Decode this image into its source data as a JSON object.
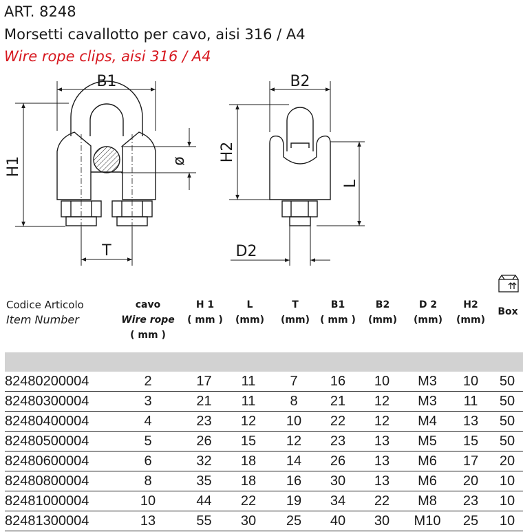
{
  "header": {
    "art": "ART. 8248",
    "subtitle_it": "Morsetti cavallotto per cavo, aisi 316 / A4",
    "subtitle_en": "Wire rope clips, aisi 316 / A4"
  },
  "drawing": {
    "labels": {
      "b1": "B1",
      "h1": "H1",
      "t": "T",
      "d": "ø",
      "b2": "B2",
      "h2": "H2",
      "l": "L",
      "d2": "D2"
    }
  },
  "table": {
    "code_header": {
      "it": "Codice Articolo",
      "en": "Item Number"
    },
    "box_icon": "box-icon",
    "columns": [
      {
        "l1": "cavo",
        "l2": "Wire rope",
        "l3": "( mm )"
      },
      {
        "l1": "H 1",
        "l2": "( mm )",
        "l3": ""
      },
      {
        "l1": "L",
        "l2": "(mm)",
        "l3": ""
      },
      {
        "l1": "T",
        "l2": "(mm)",
        "l3": ""
      },
      {
        "l1": "B1",
        "l2": "( mm )",
        "l3": ""
      },
      {
        "l1": "B2",
        "l2": "(mm)",
        "l3": ""
      },
      {
        "l1": "D 2",
        "l2": "(mm)",
        "l3": ""
      },
      {
        "l1": "H2",
        "l2": "(mm)",
        "l3": ""
      },
      {
        "l1": "",
        "l2": "Box",
        "l3": ""
      }
    ],
    "rows": [
      [
        "82480200004",
        "2",
        "17",
        "11",
        "7",
        "16",
        "10",
        "M3",
        "10",
        "50"
      ],
      [
        "82480300004",
        "3",
        "21",
        "11",
        "8",
        "21",
        "12",
        "M3",
        "11",
        "50"
      ],
      [
        "82480400004",
        "4",
        "23",
        "12",
        "10",
        "22",
        "12",
        "M4",
        "13",
        "50"
      ],
      [
        "82480500004",
        "5",
        "26",
        "15",
        "12",
        "23",
        "13",
        "M5",
        "15",
        "50"
      ],
      [
        "82480600004",
        "6",
        "32",
        "18",
        "14",
        "26",
        "13",
        "M6",
        "17",
        "20"
      ],
      [
        "82480800004",
        "8",
        "35",
        "18",
        "16",
        "30",
        "13",
        "M6",
        "20",
        "10"
      ],
      [
        "82481000004",
        "10",
        "44",
        "22",
        "19",
        "34",
        "22",
        "M8",
        "23",
        "10"
      ],
      [
        "82481300004",
        "13",
        "55",
        "30",
        "25",
        "40",
        "30",
        "M10",
        "25",
        "10"
      ]
    ]
  }
}
